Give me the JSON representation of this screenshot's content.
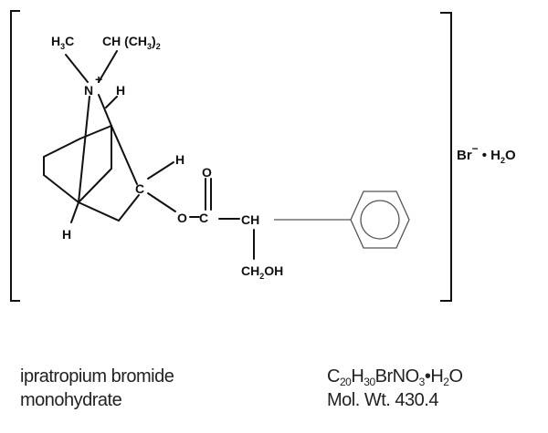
{
  "compound": {
    "name_line1": "ipratropium bromide",
    "name_line2": "monohydrate"
  },
  "formula": {
    "parts": [
      {
        "text": "C",
        "sub": "20"
      },
      {
        "text": "H",
        "sub": "30"
      },
      {
        "text": "BrNO",
        "sub": "3"
      },
      {
        "text": "•H",
        "sub": "2"
      },
      {
        "text": "O",
        "sub": ""
      }
    ],
    "mol_wt": "Mol. Wt. 430.4"
  },
  "structure": {
    "methyl_left": {
      "main": "H",
      "sub": "3",
      "tail": "C"
    },
    "isopropyl": {
      "main": "CH (CH",
      "sub": "3",
      "tail": ")"
    },
    "isopropyl_sub2": "2",
    "nitrogen": "N",
    "nitrogen_charge": "+",
    "h_bridgehead_top": "H",
    "h_ester_carbon": "H",
    "ester_carbon": "C",
    "h_bridgehead_bottom": "H",
    "ester_o": "O",
    "ester_c": "C",
    "carbonyl_o": "O",
    "alpha_ch": "CH",
    "ch2oh": {
      "main": "CH",
      "sub": "2",
      "tail": "OH"
    },
    "counter_ion": "Br",
    "counter_charge": "−",
    "hydrate": "• H",
    "hydrate_sub": "2",
    "hydrate_tail": "O"
  }
}
